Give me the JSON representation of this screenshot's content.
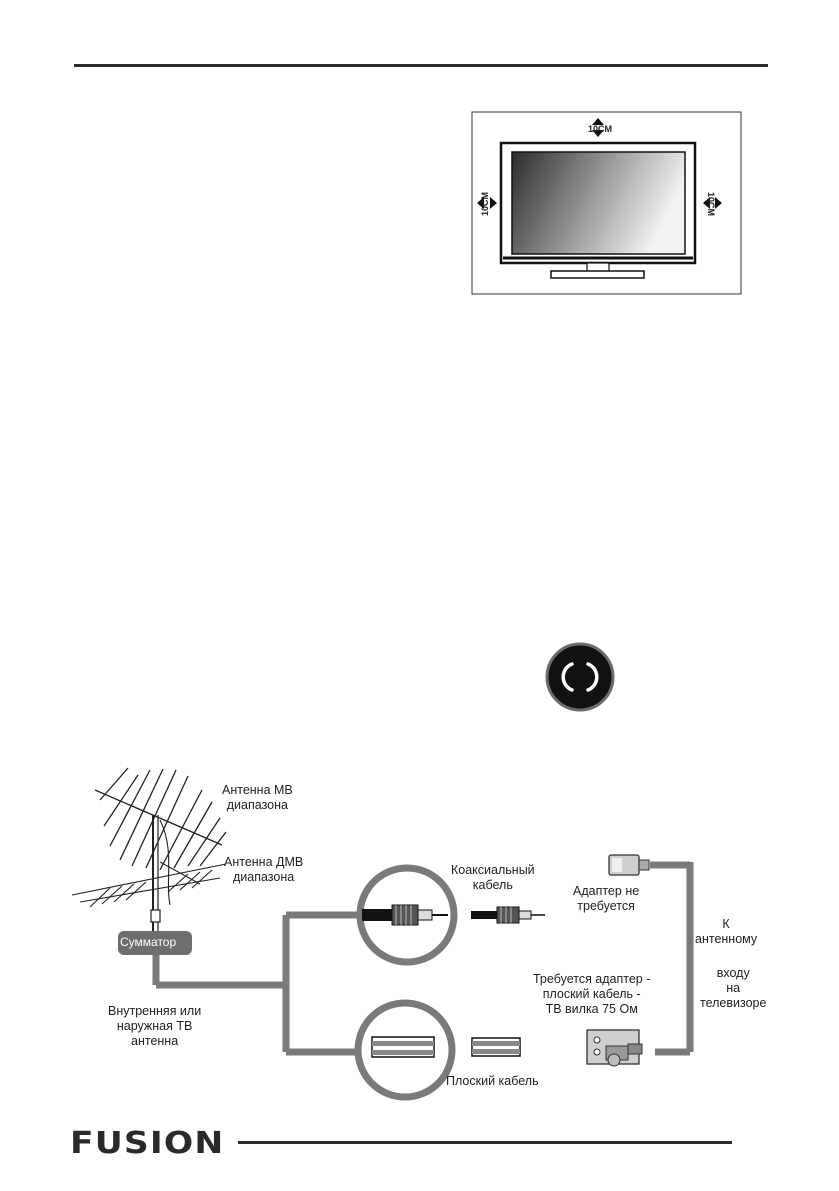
{
  "header": {},
  "tv_clearance": {
    "top": "10CM",
    "left": "10CM",
    "right": "10CM"
  },
  "power_icon": "power-ring-icon",
  "antenna_diagram": {
    "vhf_antenna": "Антенна МВ\nдиапазона",
    "uhf_antenna": "Антенна ДМВ\nдиапазона",
    "combiner": "Сумматор",
    "antenna_caption": "Внутренняя или\nнаружная ТВ\nантенна",
    "coax_cable": "Коаксиальный\nкабель",
    "no_adapter": "Адаптер не\nтребуется",
    "adapter_needed": "Требуется адаптер -\nплоский кабель -\nТВ вилка 75 Ом",
    "flat_cable": "Плоский кабель",
    "to_tv_input_1": "К\nантенному",
    "to_tv_input_2": "входу\nна\nтелевизоре"
  },
  "footer": {
    "logo": "FUSION"
  }
}
